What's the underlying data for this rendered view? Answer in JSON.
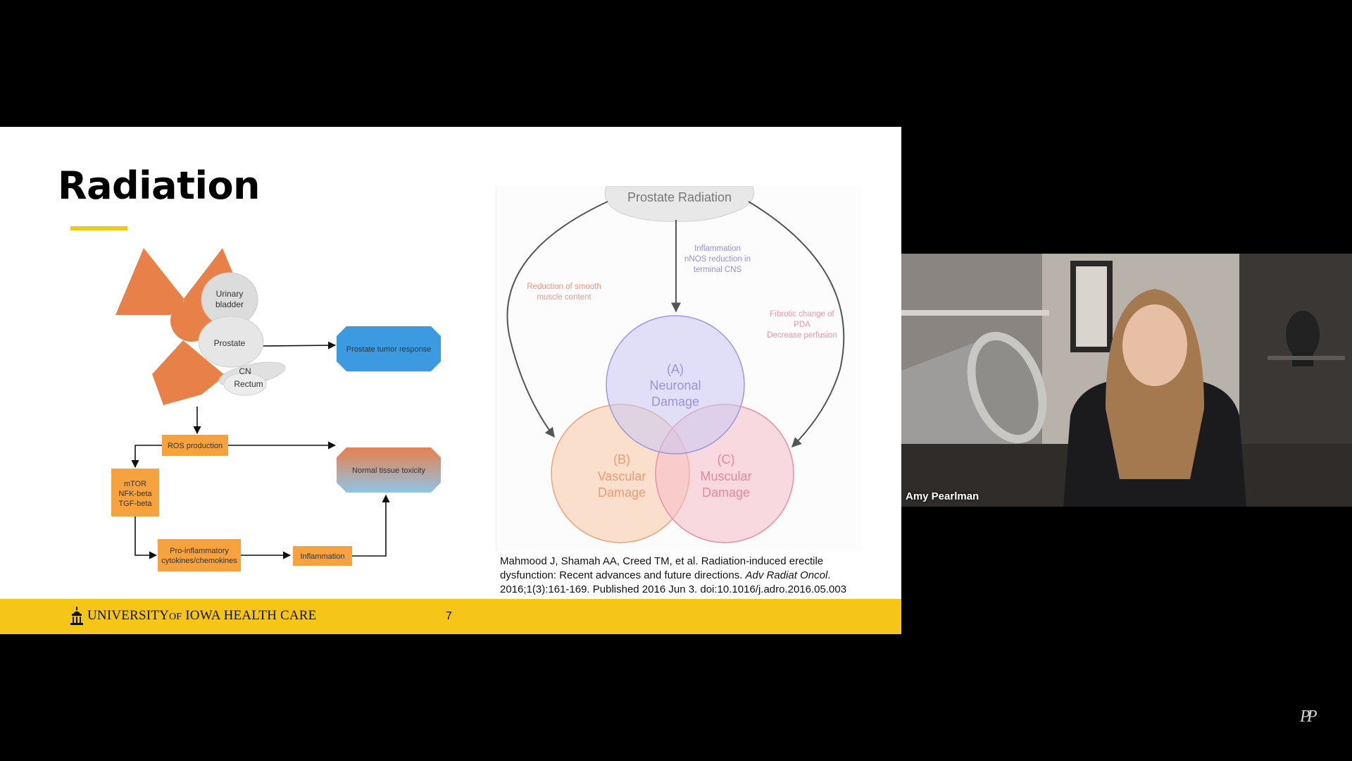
{
  "slide": {
    "title": "Radiation",
    "page_number": "7",
    "footer_logo_text": {
      "university": "UNIVERSITY",
      "of": "OF",
      "iowa": "IOWA",
      "health": "HEALTH",
      "care": "CARE"
    },
    "colors": {
      "accent_yellow": "#f5c518",
      "radiation_orange": "#e8804a",
      "box_orange": "#f6a23f",
      "tumor_blue": "#3c9be0"
    }
  },
  "left_diagram": {
    "organ_labels": {
      "bladder_line1": "Urinary",
      "bladder_line2": "bladder",
      "prostate": "Prostate",
      "cn": "CN",
      "rectum": "Rectum"
    },
    "tumor_response": "Prostate tumor response",
    "normal_tissue": "Normal tissue toxicity",
    "ros": "ROS production",
    "pathway_line1": "mTOR",
    "pathway_line2": "NFK-beta",
    "pathway_line3": "TGF-beta",
    "cytokines_line1": "Pro-inflammatory",
    "cytokines_line2": "cytokines/chemokines",
    "inflammation": "Inflammation"
  },
  "right_diagram": {
    "top_label": "Prostate Radiation",
    "center_note_line1": "Inflammation",
    "center_note_line2": "nNOS reduction in",
    "center_note_line3": "terminal CNS",
    "left_note_line1": "Reduction of smooth",
    "left_note_line2": "muscle content",
    "right_note_line1": "Fibrotic change of",
    "right_note_line2": "PDA",
    "right_note_line3": "Decrease perfusion",
    "circle_a_line1": "(A)",
    "circle_a_line2": "Neuronal",
    "circle_a_line3": "Damage",
    "circle_b_line1": "(B)",
    "circle_b_line2": "Vascular",
    "circle_b_line3": "Damage",
    "circle_c_line1": "(C)",
    "circle_c_line2": "Muscular",
    "circle_c_line3": "Damage"
  },
  "citation": {
    "part1": "Mahmood J, Shamah AA, Creed TM, et al. Radiation-induced erectile dysfunction: Recent advances and future directions. ",
    "journal": "Adv Radiat Oncol",
    "part2": ". 2016;1(3):161-169. Published 2016 Jun 3. doi:10.1016/j.adro.2016.05.003"
  },
  "webcam": {
    "participant_name": "Amy Pearlman"
  },
  "icons": {
    "corner_logo": "presenter-logo-icon",
    "footer_logo": "old-capitol-icon"
  }
}
